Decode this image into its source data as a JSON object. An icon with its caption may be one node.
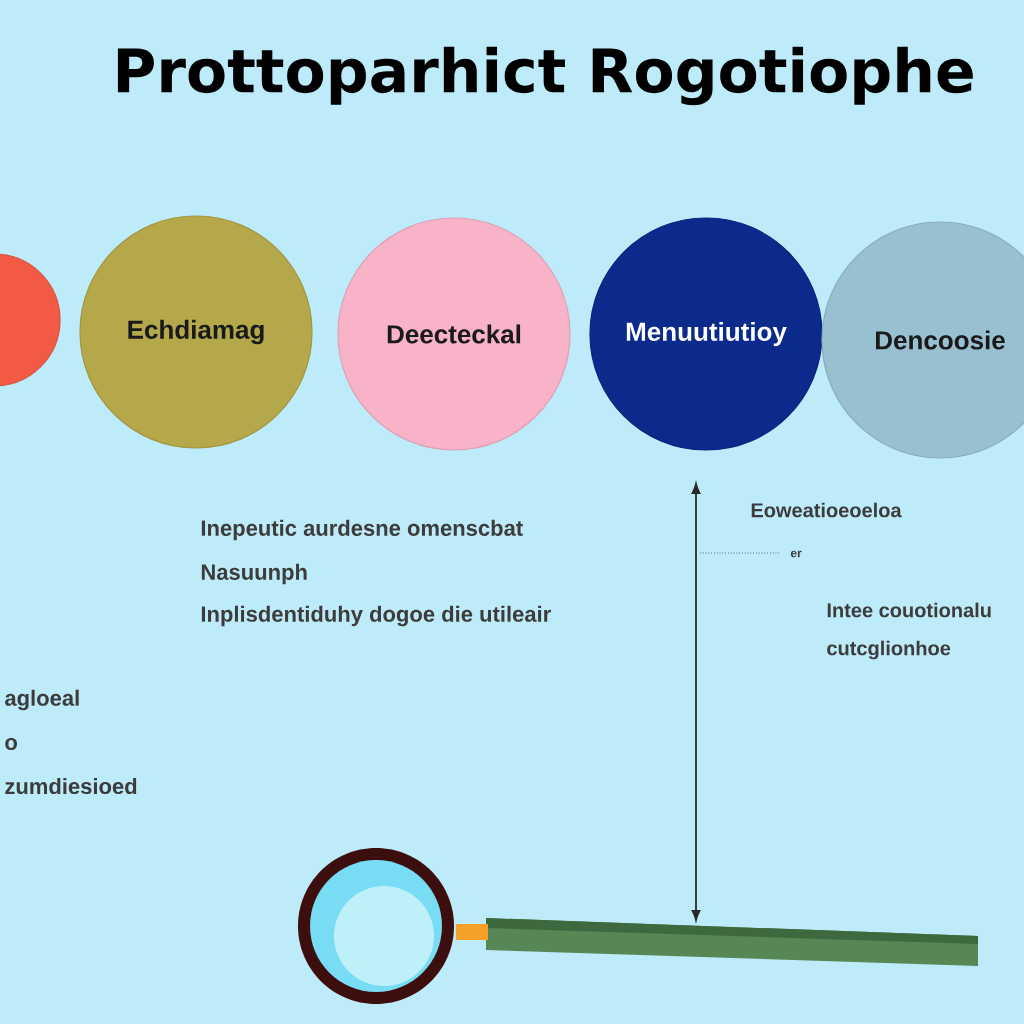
{
  "diagram": {
    "title": "Prottoparhict Rogotiophe",
    "nodes": [
      {
        "text": [],
        "shape": "circle"
      },
      {
        "text": [
          "Echdiamag"
        ]
      },
      {
        "text": [
          "Deecteckal"
        ]
      },
      {
        "text": [
          "Menuutiutioy"
        ]
      },
      {
        "text": [
          "Dencoosie"
        ]
      }
    ],
    "labels": [
      "Inepeutic aurdesne omenscbat",
      "Nasuunph",
      "Inplisdentiduhy dogoe die utileair",
      "Eoweatioeoeloa",
      "er",
      "Intee couotionalu",
      "cutcglionhoe",
      "agloeal",
      "o",
      "zumdiesioed"
    ]
  }
}
